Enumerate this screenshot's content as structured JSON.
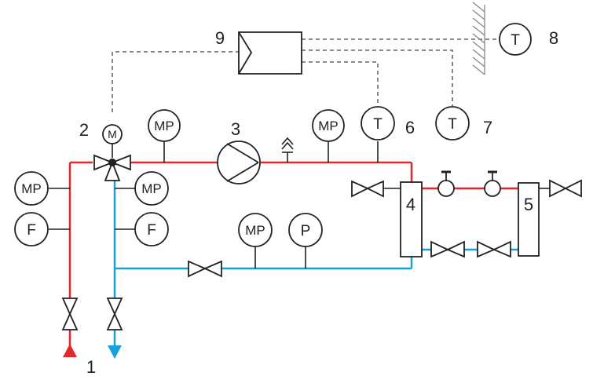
{
  "colors": {
    "supply_line": "#e5262b",
    "return_line": "#17a1dc",
    "outline": "#222222",
    "background": "#ffffff"
  },
  "diagram": {
    "numbers": {
      "n1": "1",
      "n2": "2",
      "n3": "3",
      "n4": "4",
      "n5": "5",
      "n6": "6",
      "n7": "7",
      "n8": "8",
      "n9": "9"
    },
    "gauges": {
      "mp": "MP",
      "f": "F",
      "p": "P",
      "t": "T",
      "m": "M"
    }
  }
}
